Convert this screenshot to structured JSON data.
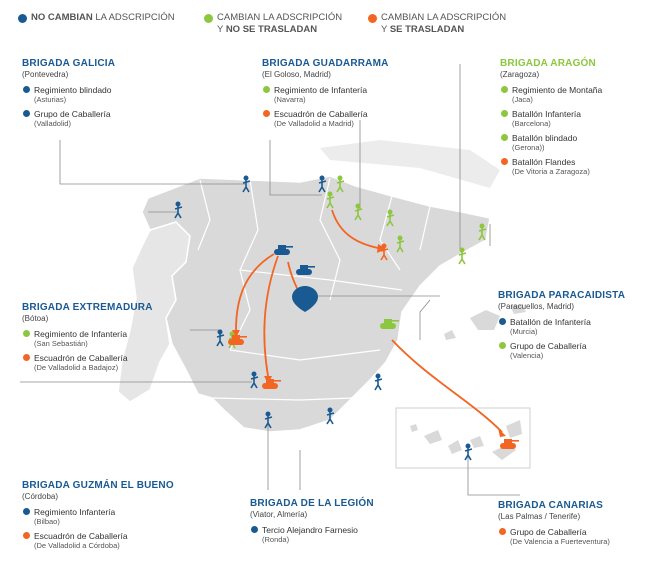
{
  "legend": [
    {
      "strong": "NO CAMBIAN",
      "rest": " LA ADSCRIPCIÓN",
      "line2": "",
      "strong2": "",
      "color": "#1a5a92"
    },
    {
      "strong": "",
      "rest": "CAMBIAN LA ADSCRIPCIÓN",
      "line2": "Y ",
      "strong2": "NO SE TRASLADAN",
      "color": "#8dc63f"
    },
    {
      "strong": "",
      "rest": "CAMBIAN LA ADSCRIPCIÓN",
      "line2": "Y ",
      "strong2": "SE TRASLADAN",
      "color": "#f26522"
    }
  ],
  "brigades": {
    "galicia": {
      "title": "BRIGADA GALICIA",
      "subtitle": "(Pontevedra)",
      "units": [
        {
          "name": "Regimiento blindado",
          "place": "(Asturias)",
          "color": "blue"
        },
        {
          "name": "Grupo de Caballería",
          "place": "(Valladolid)",
          "color": "blue"
        }
      ]
    },
    "guadarrama": {
      "title": "BRIGADA GUADARRAMA",
      "subtitle": "(El Goloso, Madrid)",
      "units": [
        {
          "name": "Regimiento de Infantería",
          "place": "(Navarra)",
          "color": "green"
        },
        {
          "name": "Escuadrón de Caballería",
          "place": "(De Valladolid a Madrid)",
          "color": "orange"
        }
      ]
    },
    "aragon": {
      "title": "BRIGADA ARAGÓN",
      "subtitle": "(Zaragoza)",
      "units": [
        {
          "name": "Regimiento de Montaña",
          "place": "(Jaca)",
          "color": "green"
        },
        {
          "name": "Batallón Infantería",
          "place": "(Barcelona)",
          "color": "green"
        },
        {
          "name": "Batallón blindado",
          "place": "(Gerona))",
          "color": "green"
        },
        {
          "name": "Batallón Flandes",
          "place": "(De Vitoria a Zaragoza)",
          "color": "orange"
        }
      ]
    },
    "extremadura": {
      "title": "BRIGADA EXTREMADURA",
      "subtitle": "(Bótoa)",
      "units": [
        {
          "name": "Regimiento de Infantería",
          "place": "(San Sebastián)",
          "color": "green"
        },
        {
          "name": "Escuadrón de Caballería",
          "place": "(De Valladolid a Badajoz)",
          "color": "orange"
        }
      ]
    },
    "paracaidista": {
      "title": "BRIGADA PARACAIDISTA",
      "subtitle": "(Paracuellos, Madrid)",
      "units": [
        {
          "name": "Batallón de Infantería",
          "place": "(Murcia)",
          "color": "blue"
        },
        {
          "name": "Grupo de Caballería",
          "place": "(Valencia)",
          "color": "green"
        }
      ]
    },
    "guzman": {
      "title": "BRIGADA GUZMÁN EL BUENO",
      "subtitle": "(Córdoba)",
      "units": [
        {
          "name": "Regimiento Infantería",
          "place": "(Bilbao)",
          "color": "blue"
        },
        {
          "name": "Escuadrón de Caballería",
          "place": "(De Valladolid a Córdoba)",
          "color": "orange"
        }
      ]
    },
    "legion": {
      "title": "BRIGADA DE LA LEGIÓN",
      "subtitle": "(Viator, Almería)",
      "units": [
        {
          "name": "Tercio Alejandro Farnesio",
          "place": "(Ronda)",
          "color": "blue"
        }
      ]
    },
    "canarias": {
      "title": "BRIGADA CANARIAS",
      "subtitle": "(Las Palmas / Tenerife)",
      "units": [
        {
          "name": "Grupo de Caballería",
          "place": "(De Valencia a Fuerteventura)",
          "color": "orange"
        }
      ]
    }
  },
  "colors": {
    "blue": "#1a5a92",
    "green": "#8dc63f",
    "orange": "#f26522",
    "land": "#e3e3e3",
    "border": "#ffffff",
    "leader": "#8a8a8a"
  }
}
